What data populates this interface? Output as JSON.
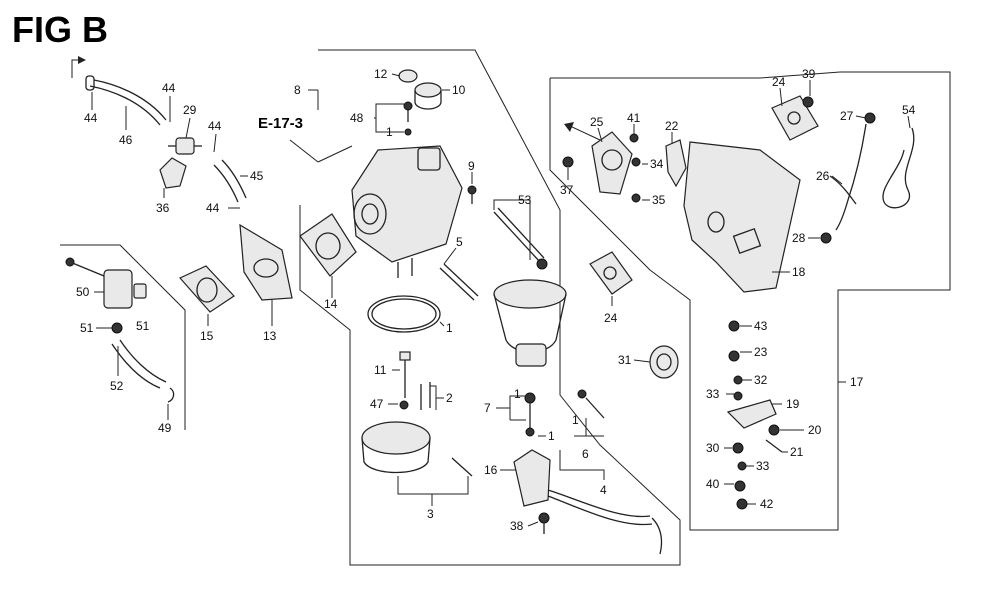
{
  "figure": {
    "title": "FIG B",
    "reference": "E-17-3"
  },
  "callouts": [
    {
      "id": "c1",
      "label": "44"
    },
    {
      "id": "c2",
      "label": "46"
    },
    {
      "id": "c3",
      "label": "44"
    },
    {
      "id": "c4",
      "label": "29"
    },
    {
      "id": "c5",
      "label": "44"
    },
    {
      "id": "c6",
      "label": "36"
    },
    {
      "id": "c7",
      "label": "45"
    },
    {
      "id": "c8",
      "label": "44"
    },
    {
      "id": "c9",
      "label": "50"
    },
    {
      "id": "c10",
      "label": "51"
    },
    {
      "id": "c11",
      "label": "51"
    },
    {
      "id": "c12",
      "label": "52"
    },
    {
      "id": "c13",
      "label": "49"
    },
    {
      "id": "c14",
      "label": "15"
    },
    {
      "id": "c15",
      "label": "13"
    },
    {
      "id": "c16",
      "label": "14"
    },
    {
      "id": "c17",
      "label": "8"
    },
    {
      "id": "c18",
      "label": "12"
    },
    {
      "id": "c19",
      "label": "10"
    },
    {
      "id": "c20",
      "label": "48"
    },
    {
      "id": "c21",
      "label": "1"
    },
    {
      "id": "c22",
      "label": "9"
    },
    {
      "id": "c23",
      "label": "53"
    },
    {
      "id": "c24",
      "label": "5"
    },
    {
      "id": "c25",
      "label": "1"
    },
    {
      "id": "c26",
      "label": "11"
    },
    {
      "id": "c27",
      "label": "2"
    },
    {
      "id": "c28",
      "label": "47"
    },
    {
      "id": "c29",
      "label": "7"
    },
    {
      "id": "c30",
      "label": "1"
    },
    {
      "id": "c31",
      "label": "1"
    },
    {
      "id": "c32",
      "label": "1"
    },
    {
      "id": "c33",
      "label": "6"
    },
    {
      "id": "c34",
      "label": "3"
    },
    {
      "id": "c35",
      "label": "16"
    },
    {
      "id": "c36",
      "label": "4"
    },
    {
      "id": "c37",
      "label": "38"
    },
    {
      "id": "c38",
      "label": "25"
    },
    {
      "id": "c39",
      "label": "41"
    },
    {
      "id": "c40",
      "label": "22"
    },
    {
      "id": "c41",
      "label": "34"
    },
    {
      "id": "c42",
      "label": "37"
    },
    {
      "id": "c43",
      "label": "35"
    },
    {
      "id": "c44",
      "label": "24"
    },
    {
      "id": "c45",
      "label": "39"
    },
    {
      "id": "c46",
      "label": "27"
    },
    {
      "id": "c47",
      "label": "54"
    },
    {
      "id": "c48",
      "label": "26"
    },
    {
      "id": "c49",
      "label": "28"
    },
    {
      "id": "c50",
      "label": "18"
    },
    {
      "id": "c51",
      "label": "24"
    },
    {
      "id": "c52",
      "label": "31"
    },
    {
      "id": "c53",
      "label": "43"
    },
    {
      "id": "c54",
      "label": "23"
    },
    {
      "id": "c55",
      "label": "32"
    },
    {
      "id": "c56",
      "label": "33"
    },
    {
      "id": "c57",
      "label": "19"
    },
    {
      "id": "c58",
      "label": "20"
    },
    {
      "id": "c59",
      "label": "21"
    },
    {
      "id": "c60",
      "label": "30"
    },
    {
      "id": "c61",
      "label": "33"
    },
    {
      "id": "c62",
      "label": "40"
    },
    {
      "id": "c63",
      "label": "42"
    },
    {
      "id": "c64",
      "label": "17"
    }
  ],
  "colors": {
    "ink": "#111111",
    "background": "#ffffff",
    "part_fill": "#e9e9e9"
  }
}
